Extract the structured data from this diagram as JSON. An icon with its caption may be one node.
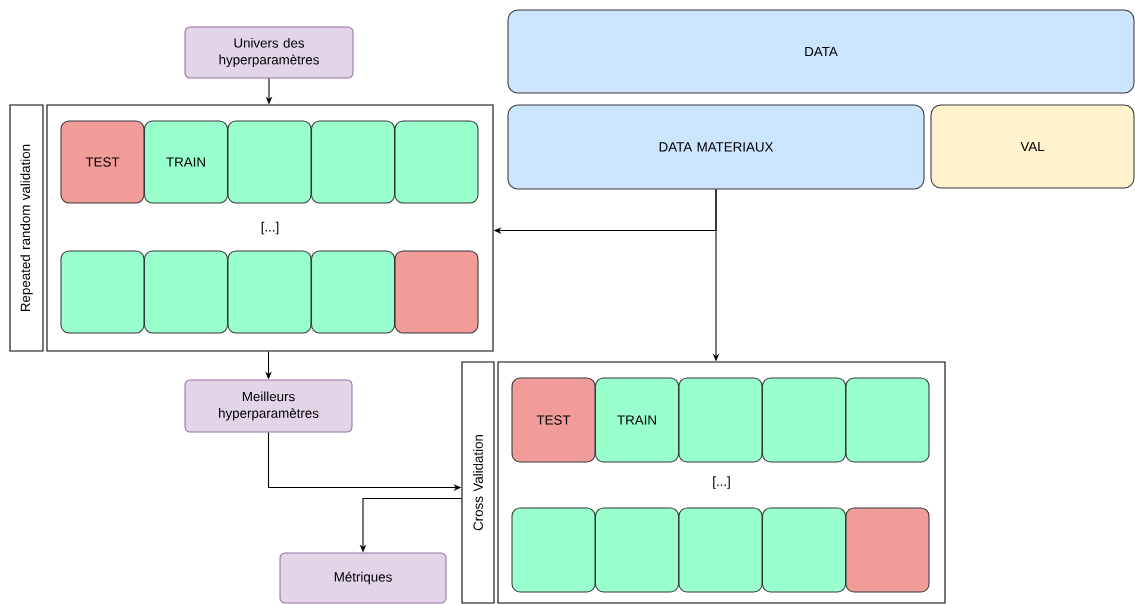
{
  "diagram": {
    "nodes": [
      {
        "text": [
          "DATA"
        ]
      },
      {
        "text": [
          "DATA MATERIAUX"
        ]
      },
      {
        "text": [
          "VAL"
        ]
      },
      {
        "text": [
          "Univers des hyperparamètres"
        ]
      },
      {
        "text": [
          "Repeated random validation"
        ]
      },
      {
        "text": [
          "[...]"
        ]
      },
      {
        "text": [
          "TEST"
        ],
        "in": 5
      },
      {
        "text": [
          "TRAIN"
        ],
        "in": 5
      },
      {
        "text": [],
        "shape": "box",
        "in": 5
      },
      {
        "text": [],
        "shape": "box",
        "in": 5
      },
      {
        "text": [],
        "shape": "box",
        "in": 5
      },
      {
        "text": [],
        "shape": "box",
        "in": 5
      },
      {
        "text": [],
        "shape": "box",
        "in": 5
      },
      {
        "text": [],
        "shape": "box",
        "in": 5
      },
      {
        "text": [],
        "shape": "box",
        "in": 5
      },
      {
        "text": [],
        "shape": "box",
        "in": 5
      },
      {
        "text": [
          "Meilleurs hyperparamètres"
        ]
      },
      {
        "text": [
          "Cross Validation"
        ]
      },
      {
        "text": [
          "[...]"
        ]
      },
      {
        "text": [
          "TEST"
        ],
        "in": 18
      },
      {
        "text": [
          "TRAIN"
        ],
        "in": 18
      },
      {
        "text": [],
        "shape": "box",
        "in": 18
      },
      {
        "text": [],
        "shape": "box",
        "in": 18
      },
      {
        "text": [],
        "shape": "box",
        "in": 18
      },
      {
        "text": [],
        "shape": "box",
        "in": 18
      },
      {
        "text": [],
        "shape": "box",
        "in": 18
      },
      {
        "text": [],
        "shape": "box",
        "in": 18
      },
      {
        "text": [],
        "shape": "box",
        "in": 18
      },
      {
        "text": [],
        "shape": "box",
        "in": 18
      },
      {
        "text": [
          "Métriques"
        ]
      }
    ],
    "edges": [
      {
        "from": 3,
        "to": 5,
        "arrow": "to"
      },
      {
        "from": 1,
        "to": 5,
        "arrow": "to"
      },
      {
        "from": 1,
        "to": 18,
        "arrow": "to"
      },
      {
        "from": 5,
        "to": 16,
        "arrow": "to"
      },
      {
        "from": 16,
        "to": 17,
        "arrow": "to"
      },
      {
        "from": 17,
        "to": 29,
        "arrow": "to"
      }
    ]
  }
}
